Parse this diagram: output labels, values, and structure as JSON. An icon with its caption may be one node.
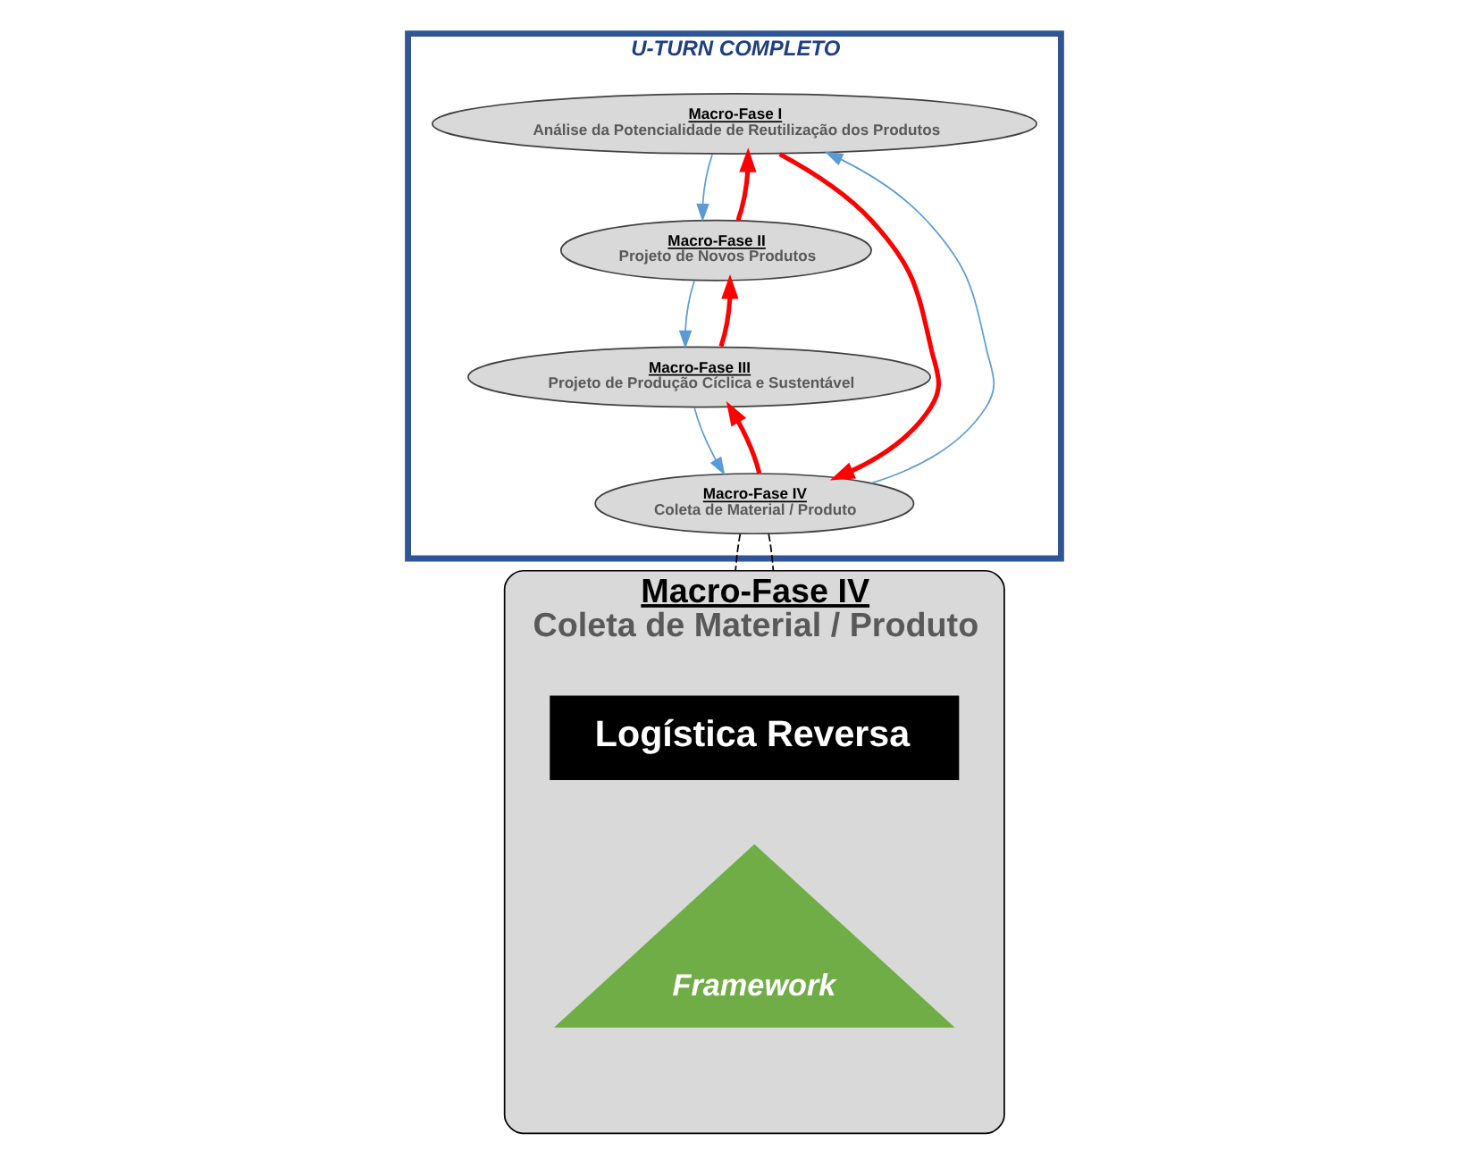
{
  "diagram": {
    "nodes": [
      {
        "text": [
          "U-TURN COMPLETO"
        ]
      },
      {
        "text": [
          "Macro-Fase I",
          "Análise da Potencialidade de Reutilização dos Produtos"
        ],
        "in": 0
      },
      {
        "text": [
          "Macro-Fase II",
          "Projeto de Novos Produtos"
        ],
        "in": 0
      },
      {
        "text": [
          "Macro-Fase III",
          "Projeto de Produção Cíclica e Sustentável"
        ],
        "in": 0
      },
      {
        "text": [
          "Macro-Fase IV",
          "Coleta de Material / Produto"
        ],
        "in": 0
      },
      {
        "text": [
          "Macro-Fase IV",
          "Coleta de Material / Produto"
        ]
      },
      {
        "text": [
          "Logística Reversa"
        ],
        "in": 5
      },
      {
        "text": [
          "Framework"
        ],
        "in": 5
      }
    ],
    "edges": [
      {
        "from": 4,
        "to": 1,
        "arrow": "to",
        "color": "#5b9bd5"
      },
      {
        "from": 1,
        "to": 2,
        "arrow": "to",
        "color": "#5b9bd5"
      },
      {
        "from": 2,
        "to": 3,
        "arrow": "to",
        "color": "#5b9bd5"
      },
      {
        "from": 3,
        "to": 4,
        "arrow": "to",
        "color": "#5b9bd5"
      },
      {
        "from": 1,
        "to": 4,
        "arrow": "to",
        "color": "#ff0000",
        "style": "thick"
      },
      {
        "from": 4,
        "to": 3,
        "arrow": "to",
        "color": "#ff0000",
        "style": "thick"
      },
      {
        "from": 3,
        "to": 2,
        "arrow": "to",
        "color": "#ff0000",
        "style": "thick"
      },
      {
        "from": 2,
        "to": 1,
        "arrow": "to",
        "color": "#ff0000",
        "style": "thick"
      },
      {
        "from": 4,
        "to": 5,
        "arrow": "none",
        "style": "dashed",
        "color": "#000000"
      },
      {
        "from": 4,
        "to": 5,
        "arrow": "none",
        "style": "dashed",
        "color": "#000000"
      }
    ]
  }
}
